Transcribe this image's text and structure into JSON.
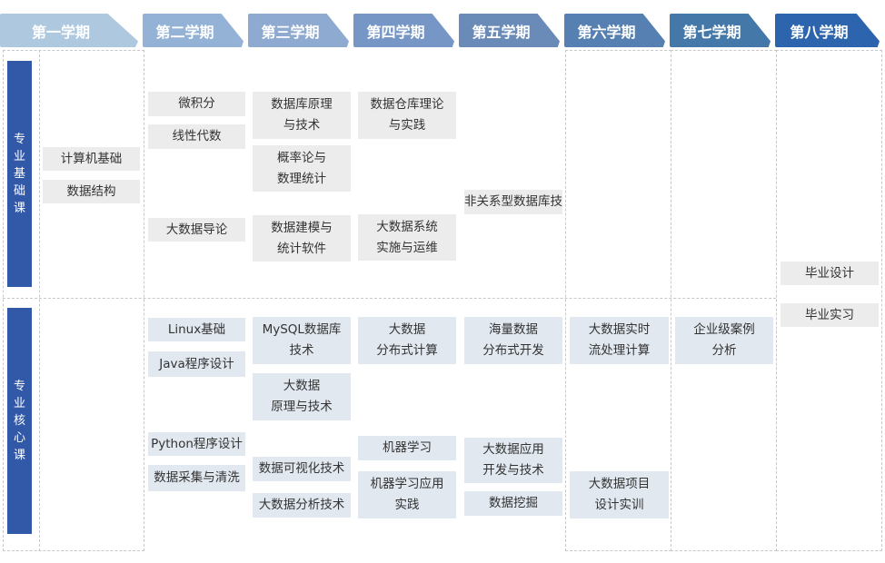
{
  "semesters": [
    "第一学期",
    "第二学期",
    "第三学期",
    "第四学期",
    "第五学期",
    "第六学期",
    "第七学期",
    "第八学期"
  ],
  "semester_colors": [
    "#aec8df",
    "#94b2d6",
    "#8eaad0",
    "#7697c5",
    "#6a8ab8",
    "#5680b1",
    "#4478a9",
    "#2c65ad"
  ],
  "categories": {
    "basic": "专业基础课",
    "core": "专业核心课"
  },
  "accent_color": "#3259a8",
  "courses": [
    {
      "semester": 1,
      "type": "basic",
      "name": "计算机基础"
    },
    {
      "semester": 1,
      "type": "basic",
      "name": "数据结构"
    },
    {
      "semester": 2,
      "type": "basic",
      "name": "微积分"
    },
    {
      "semester": 2,
      "type": "basic",
      "name": "线性代数"
    },
    {
      "semester": 2,
      "type": "basic",
      "name": "大数据导论"
    },
    {
      "semester": 3,
      "type": "basic",
      "name": "数据库原理\n与技术"
    },
    {
      "semester": 3,
      "type": "basic",
      "name": "概率论与\n数理统计"
    },
    {
      "semester": 3,
      "type": "basic",
      "name": "数据建模与\n统计软件"
    },
    {
      "semester": 4,
      "type": "basic",
      "name": "数据仓库理论\n与实践"
    },
    {
      "semester": 4,
      "type": "basic",
      "name": "大数据系统\n实施与运维"
    },
    {
      "semester": 5,
      "type": "basic",
      "name": "非关系型数据库技术"
    },
    {
      "semester": 8,
      "type": "basic",
      "name": "毕业设计"
    },
    {
      "semester": 8,
      "type": "basic",
      "name": "毕业实习"
    },
    {
      "semester": 2,
      "type": "core",
      "name": "Linux基础"
    },
    {
      "semester": 2,
      "type": "core",
      "name": "Java程序设计"
    },
    {
      "semester": 2,
      "type": "core",
      "name": "Python程序设计"
    },
    {
      "semester": 2,
      "type": "core",
      "name": "数据采集与清洗"
    },
    {
      "semester": 3,
      "type": "core",
      "name": "MySQL数据库\n技术"
    },
    {
      "semester": 3,
      "type": "core",
      "name": "大数据\n原理与技术"
    },
    {
      "semester": 3,
      "type": "core",
      "name": "数据可视化技术"
    },
    {
      "semester": 3,
      "type": "core",
      "name": "大数据分析技术"
    },
    {
      "semester": 4,
      "type": "core",
      "name": "大数据\n分布式计算"
    },
    {
      "semester": 4,
      "type": "core",
      "name": "机器学习"
    },
    {
      "semester": 4,
      "type": "core",
      "name": "机器学习应用\n实践"
    },
    {
      "semester": 5,
      "type": "core",
      "name": "海量数据\n分布式开发"
    },
    {
      "semester": 5,
      "type": "core",
      "name": "大数据应用\n开发与技术"
    },
    {
      "semester": 5,
      "type": "core",
      "name": "数据挖掘"
    },
    {
      "semester": 6,
      "type": "core",
      "name": "大数据实时\n流处理计算"
    },
    {
      "semester": 6,
      "type": "core",
      "name": "大数据项目\n设计实训"
    },
    {
      "semester": 7,
      "type": "core",
      "name": "企业级案例\n分析"
    }
  ]
}
